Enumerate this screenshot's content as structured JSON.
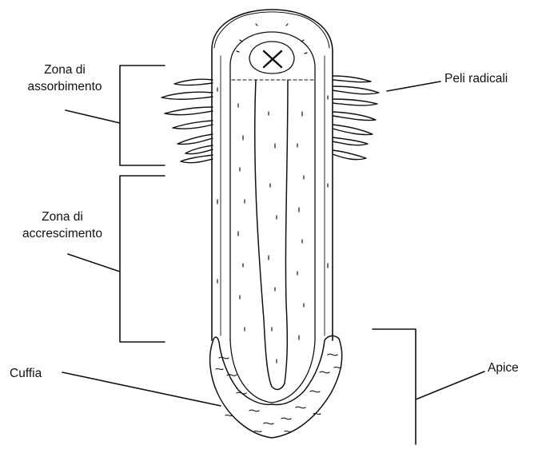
{
  "labels": {
    "absorption_zone_line1": "Zona di",
    "absorption_zone_line2": "assorbimento",
    "growth_zone_line1": "Zona di",
    "growth_zone_line2": "accrescimento",
    "root_hairs": "Peli radicali",
    "root_cap": "Cuffia",
    "apex": "Apice"
  },
  "colors": {
    "ink": "#111111",
    "background": "#ffffff"
  }
}
